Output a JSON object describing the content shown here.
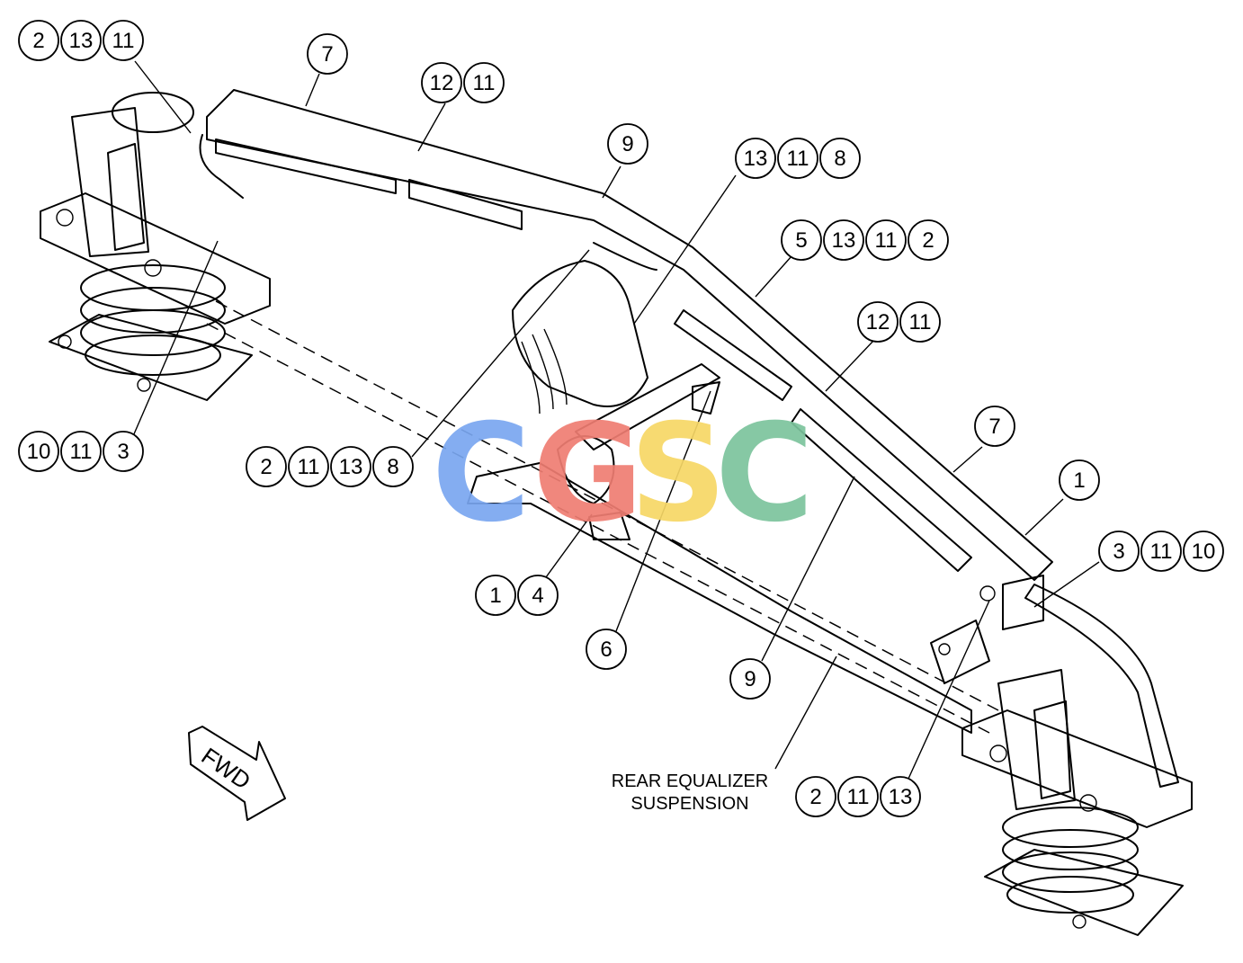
{
  "colors": {
    "line": "#000000",
    "watermark_c1": "#7aa7f0",
    "watermark_g": "#ef7d72",
    "watermark_s": "#f7d766",
    "watermark_c2": "#7cc49d"
  },
  "watermark": {
    "c1": "C",
    "g": "G",
    "s": "S",
    "c2": "C"
  },
  "fwd_label": "FWD",
  "caption": {
    "line1": "REAR EQUALIZER",
    "line2": "SUSPENSION"
  },
  "callouts": [
    {
      "id": "c1",
      "numbers": [
        "2",
        "13",
        "11"
      ]
    },
    {
      "id": "c2",
      "numbers": [
        "7"
      ]
    },
    {
      "id": "c3",
      "numbers": [
        "12",
        "11"
      ]
    },
    {
      "id": "c4",
      "numbers": [
        "9"
      ]
    },
    {
      "id": "c5",
      "numbers": [
        "13",
        "11",
        "8"
      ]
    },
    {
      "id": "c6",
      "numbers": [
        "5",
        "13",
        "11",
        "2"
      ]
    },
    {
      "id": "c7",
      "numbers": [
        "12",
        "11"
      ]
    },
    {
      "id": "c8",
      "numbers": [
        "10",
        "11",
        "3"
      ]
    },
    {
      "id": "c9",
      "numbers": [
        "2",
        "11",
        "13",
        "8"
      ]
    },
    {
      "id": "c10",
      "numbers": [
        "7"
      ]
    },
    {
      "id": "c11",
      "numbers": [
        "1"
      ]
    },
    {
      "id": "c12",
      "numbers": [
        "3",
        "11",
        "10"
      ]
    },
    {
      "id": "c13",
      "numbers": [
        "1",
        "4"
      ]
    },
    {
      "id": "c14",
      "numbers": [
        "6"
      ]
    },
    {
      "id": "c15",
      "numbers": [
        "9"
      ]
    },
    {
      "id": "c16",
      "numbers": [
        "2",
        "11",
        "13"
      ]
    }
  ]
}
